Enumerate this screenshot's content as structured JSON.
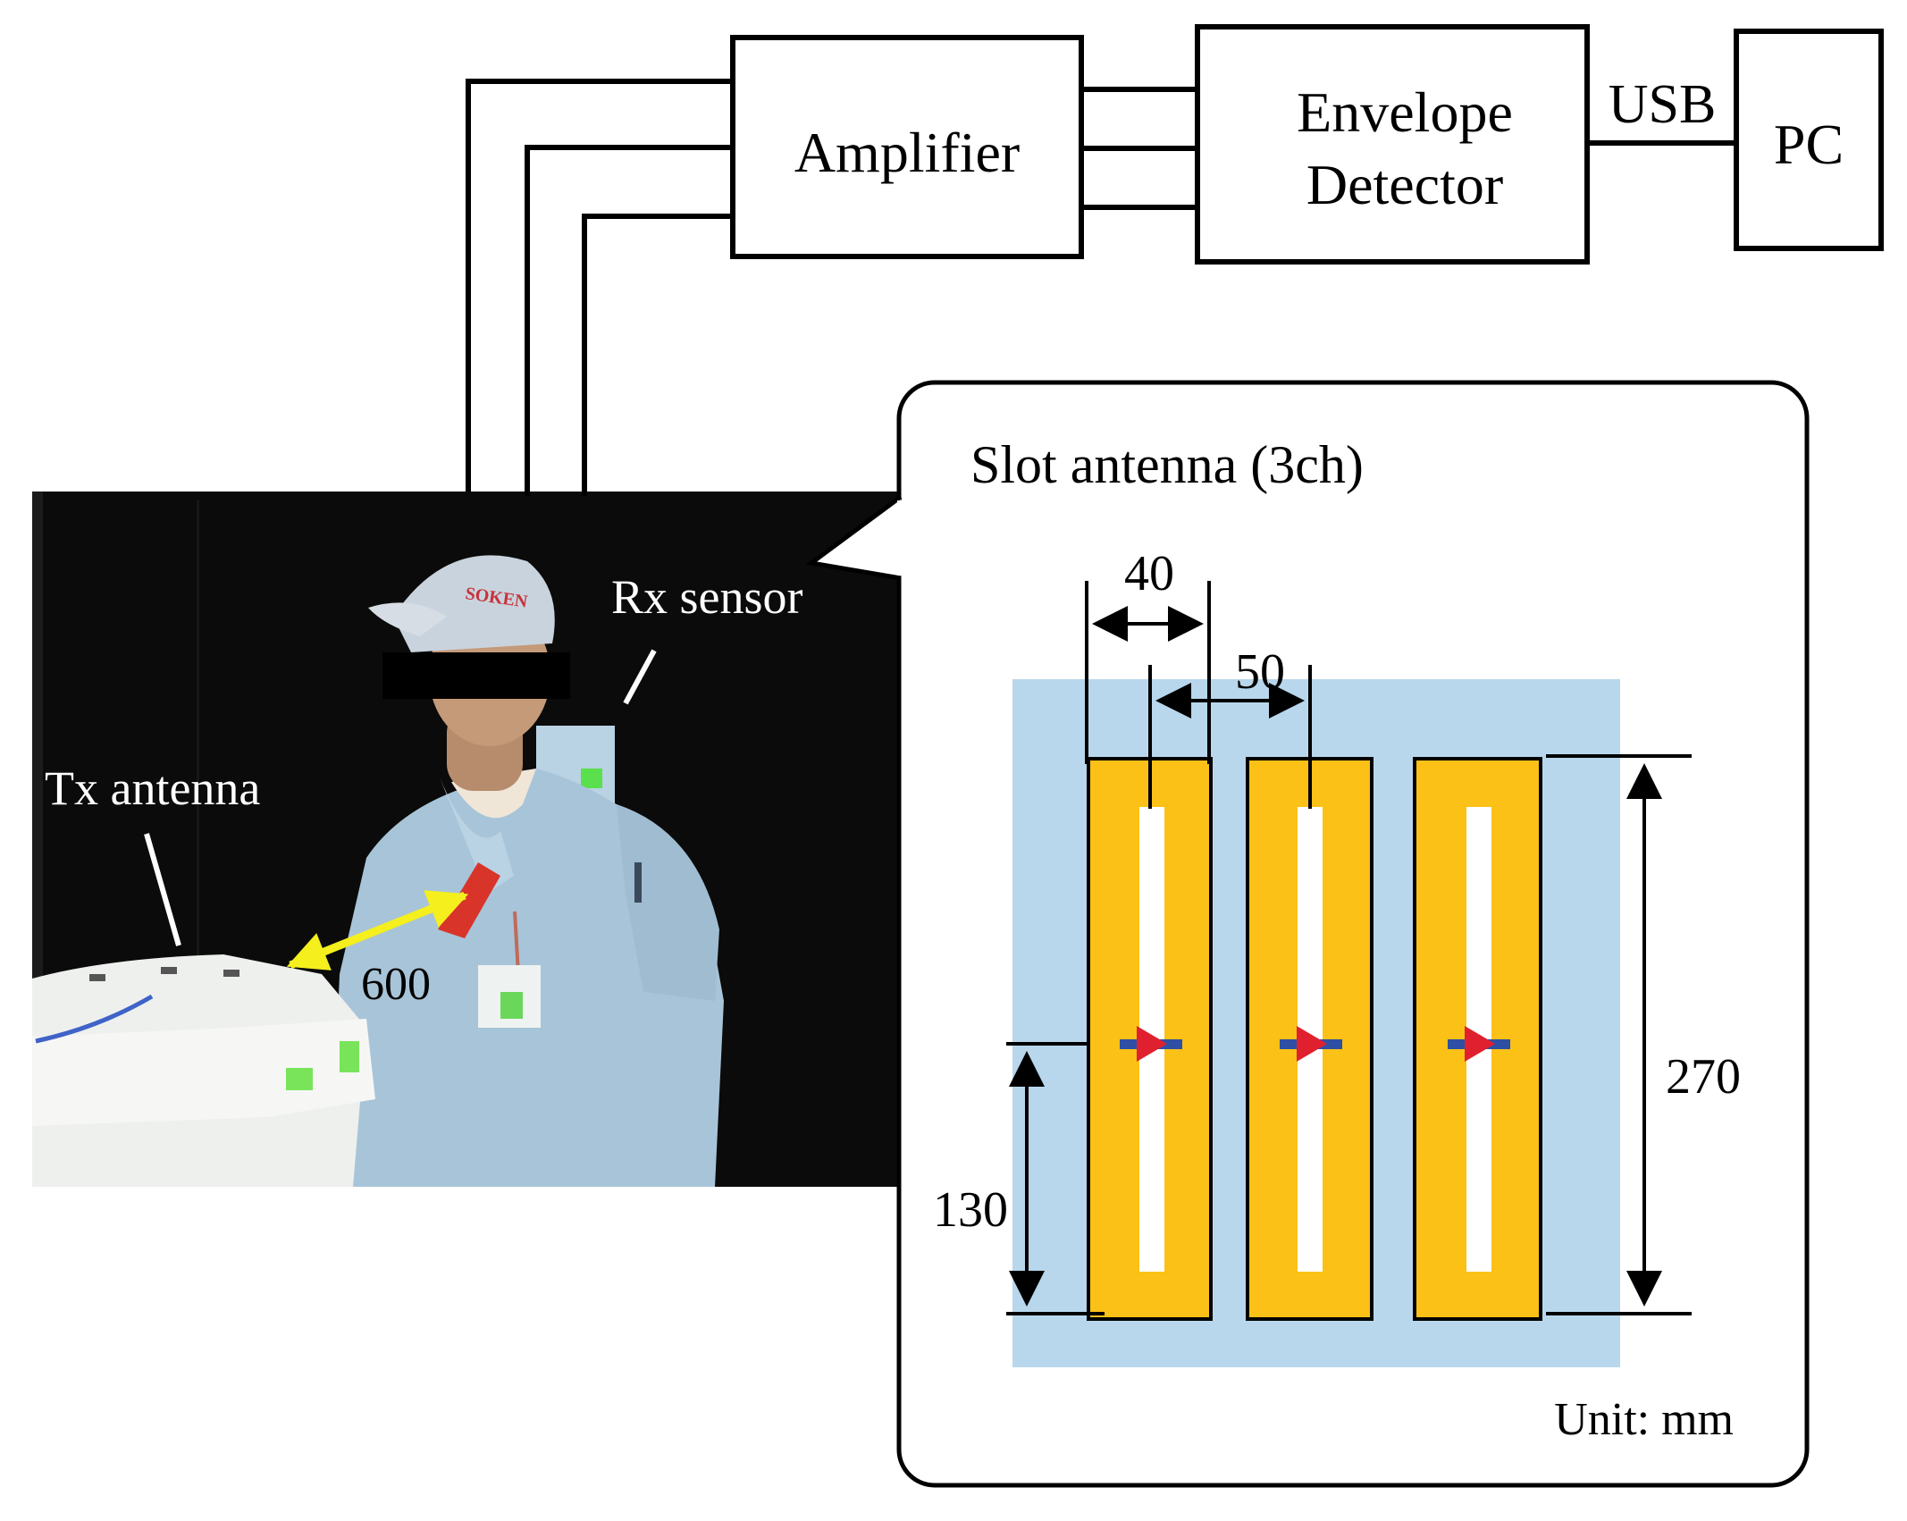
{
  "blocks": {
    "amplifier": "Amplifier",
    "envelope_line1": "Envelope",
    "envelope_line2": "Detector",
    "usb": "USB",
    "pc": "PC"
  },
  "photo": {
    "tx_label": "Tx antenna",
    "rx_label": "Rx sensor",
    "distance": "600",
    "cap_text": "SOKEN"
  },
  "inset": {
    "title": "Slot antenna (3ch)",
    "dim_width": "40",
    "dim_pitch": "50",
    "dim_height": "270",
    "dim_feed": "130",
    "unit": "Unit: mm"
  },
  "colors": {
    "substrate": "#b8d7ec",
    "patch": "#fcc117",
    "feed_arrow": "#e0202e",
    "feed_bar": "#2e4fa3",
    "distance_arrow": "#f4ef1d",
    "photo_bg": "#0b0b0b"
  }
}
